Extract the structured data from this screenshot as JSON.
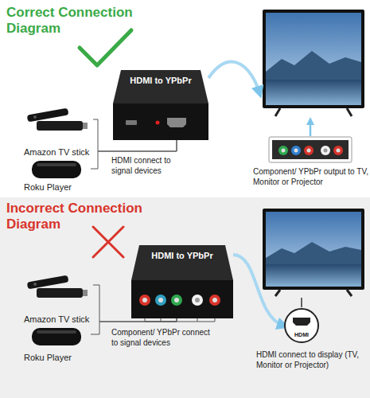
{
  "diagram": {
    "nodes": [
      {
        "text": [
          "Amazon TV stick"
        ]
      },
      {
        "text": [
          "Roku Player"
        ]
      },
      {
        "text": [
          "HDMI to YPbPr"
        ]
      },
      {
        "text": [
          "Amazon TV stick"
        ]
      },
      {
        "text": [
          "Roku Player"
        ]
      },
      {
        "text": [
          "HDMI to YPbPr"
        ]
      },
      {
        "text": [
          "HDMI"
        ]
      }
    ],
    "edges": [
      {
        "from": 0,
        "to": 2,
        "arrow": "none"
      },
      {
        "from": 1,
        "to": 2,
        "arrow": "none"
      },
      {
        "from": 3,
        "to": 5,
        "arrow": "none"
      },
      {
        "from": 4,
        "to": 5,
        "arrow": "none"
      },
      {
        "from": 5,
        "to": 6,
        "arrow": "to"
      }
    ],
    "labels": [
      "Correct Connection Diagram",
      "HDMI connect to signal devices",
      "Component/ YPbPr output to TV, Monitor or Projector",
      "Incorrect Connection Diagram",
      "Component/ YPbPr connect to signal devices",
      "HDMI connect to display (TV, Monitor or Projector)"
    ]
  }
}
